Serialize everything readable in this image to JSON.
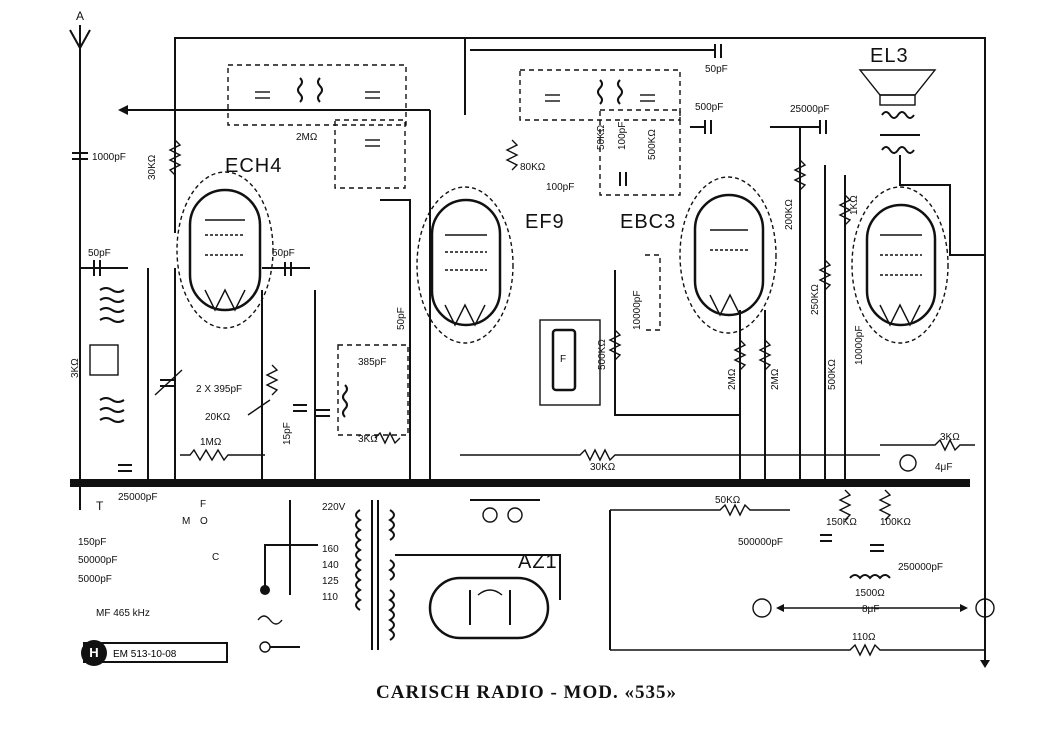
{
  "caption": "CARISCH RADIO - MOD. «535»",
  "schematic_code": "EM 513-10-08",
  "tubes": [
    "ECH4",
    "EF9",
    "EBC3",
    "EL3",
    "AZ1"
  ],
  "antenna_label": "A",
  "ground_label": "T",
  "legend": {
    "item1": "150pF",
    "item2": "50000pF",
    "item3": "5000pF",
    "if_freq": "MF 465 kHz"
  },
  "switch_labels": {
    "f": "F",
    "m": "M",
    "o": "O",
    "c": "C"
  },
  "mains_taps": [
    "220V",
    "160",
    "140",
    "125",
    "110"
  ],
  "components": {
    "c1000": "1000pF",
    "r30k": "30KΩ",
    "c50a": "50pF",
    "c50b": "50pF",
    "c50top": "50pF",
    "r2m": "2MΩ",
    "r3k_left": "3KΩ",
    "c2x395": "2 X 395pF",
    "r20k": "20KΩ",
    "c15": "15pF",
    "r1m": "1MΩ",
    "c25000a": "25000pF",
    "c385": "385pF",
    "r3k_mid": "3KΩ",
    "c50v": "50pF",
    "r80k": "80KΩ",
    "r50k_v": "50KΩ",
    "c100pf_v": "100pF",
    "r500k_top": "500KΩ",
    "c100pF": "100pF",
    "c500pF": "500pF",
    "c10000": "10000pF",
    "r500k_vol": "500KΩ",
    "c25000b": "25000pF",
    "r200k": "200KΩ",
    "r250k": "250KΩ",
    "r1k": "1KΩ",
    "r2m_a": "2MΩ",
    "r2m_b": "2MΩ",
    "r500k_b": "500KΩ",
    "c10000b": "10000pF",
    "r30k_b": "30KΩ",
    "r3k_right": "3KΩ",
    "c4uf": "4μF",
    "r50k_b": "50KΩ",
    "c500000": "500000pF",
    "r150k": "150KΩ",
    "r100k": "100KΩ",
    "c250000": "250000pF",
    "r1500": "1500Ω",
    "c8uf": "8μF",
    "r110": "110Ω"
  }
}
